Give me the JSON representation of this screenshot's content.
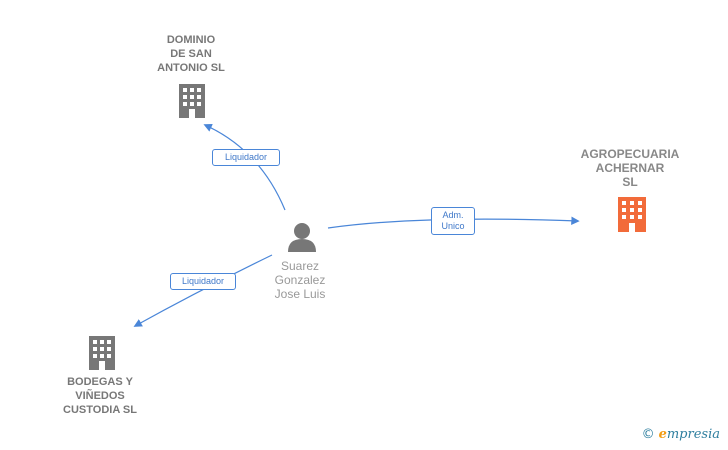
{
  "nodes": {
    "dominio": {
      "label_lines": [
        "DOMINIO",
        "DE SAN",
        "ANTONIO SL"
      ],
      "icon": "building-icon",
      "color": "#777777"
    },
    "agropecuaria": {
      "label_lines": [
        "AGROPECUARIA",
        "ACHERNAR",
        "SL"
      ],
      "icon": "building-icon",
      "color": "#f26b3a"
    },
    "bodegas": {
      "label_lines": [
        "BODEGAS Y",
        "VIÑEDOS",
        "CUSTODIA SL"
      ],
      "icon": "building-icon",
      "color": "#777777"
    },
    "person": {
      "label_lines": [
        "Suarez",
        "Gonzalez",
        "Jose Luis"
      ],
      "icon": "person-icon",
      "color": "#777777"
    }
  },
  "edges": {
    "to_dominio": {
      "label": "Liquidador"
    },
    "to_agropecuaria": {
      "label_lines": [
        "Adm.",
        "Unico"
      ]
    },
    "to_bodegas": {
      "label": "Liquidador"
    }
  },
  "colors": {
    "edge": "#4a86d8",
    "highlight": "#f26b3a",
    "building": "#777777"
  },
  "brand": {
    "copyright": "©",
    "name_first": "e",
    "name_rest": "mpresia"
  }
}
